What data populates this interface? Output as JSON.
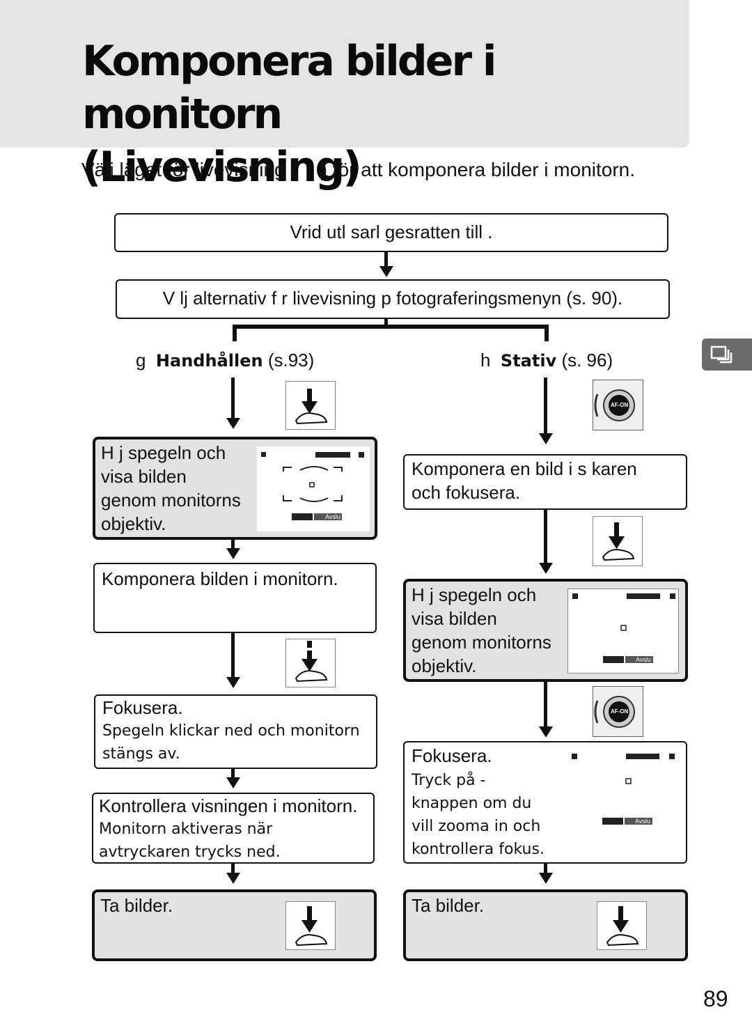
{
  "title_line1": "Komponera bilder i monitorn",
  "title_line2": "(Livevisning)",
  "intro_a": "Välj läget för livevisning (",
  "intro_b": ") för att komponera bilder i monitorn.",
  "step1": "Vrid utl sarl gesratten till        .",
  "step2": "V lj alternativ f r livevisning p  fotograferingsmenyn (s. 90).",
  "left_branch": {
    "letter": "g",
    "name": "Handhållen",
    "ref": "(s.93)"
  },
  "right_branch": {
    "letter": "h",
    "name": "Stativ",
    "ref": "(s. 96)"
  },
  "left": {
    "lift_mirror": [
      "H j spegeln och",
      "visa bilden",
      "genom monitorns",
      "objektiv."
    ],
    "compose": "Komponera bilden i monitorn.",
    "focus_title": "Fokusera.",
    "focus_body": [
      "Spegeln klickar ned och monitorn",
      "stängs av."
    ],
    "check_title": "Kontrollera visningen i monitorn.",
    "check_body": [
      "Monitorn aktiveras när",
      "avtryckaren trycks ned."
    ],
    "shoot": "Ta bilder."
  },
  "right": {
    "compose": [
      "Komponera en bild i s karen",
      "och fokusera."
    ],
    "lift_mirror": [
      "H j spegeln och",
      "visa bilden",
      "genom monitorns",
      "objektiv."
    ],
    "focus_title": "Fokusera.",
    "focus_body": [
      "Tryck på   -",
      "knappen om du",
      "vill zooma in och",
      "kontrollera fokus."
    ],
    "shoot": "Ta bilder."
  },
  "monitor_label": "Avslu",
  "af_label": "AF-ON",
  "page_number": "89"
}
